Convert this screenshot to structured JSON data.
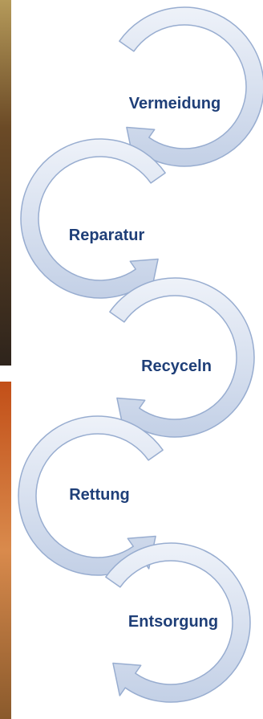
{
  "steps": [
    {
      "label": "Vermeidung"
    },
    {
      "label": "Reparatur"
    },
    {
      "label": "Recyceln"
    },
    {
      "label": "Rettung"
    },
    {
      "label": "Entsorgung"
    }
  ],
  "colors": {
    "arrow_fill": "#cdd8ea",
    "arrow_fill_light": "#eef2f9",
    "arrow_stroke": "#98add0",
    "label_text": "#1f3f78",
    "photo_top_a": "#9a6b2d",
    "photo_top_b": "#3b2d1e",
    "photo_bottom_a": "#c85a1a",
    "photo_bottom_b": "#e8b07a"
  }
}
